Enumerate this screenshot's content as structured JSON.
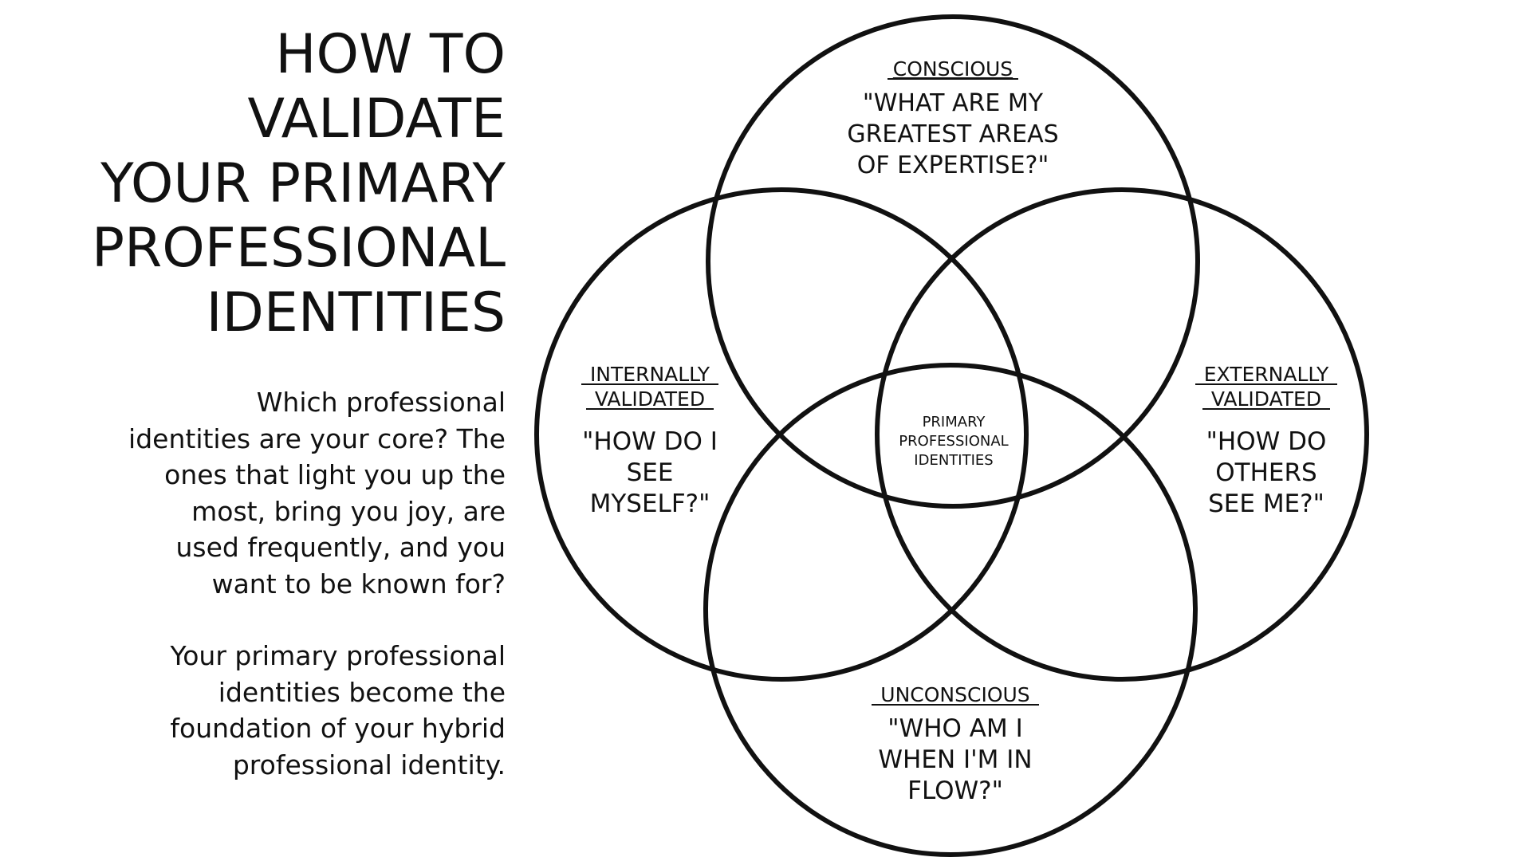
{
  "title_lines": [
    "HOW TO",
    "VALIDATE",
    "YOUR PRIMARY",
    "PROFESSIONAL",
    "IDENTITIES"
  ],
  "paragraph_1_lines": [
    "Which professional",
    "identities are your core? The",
    "ones that light you up the",
    "most, bring you joy, are",
    "used frequently, and you",
    "want to be known for?"
  ],
  "paragraph_2_lines": [
    "Your primary professional",
    "identities become the",
    "foundation of your hybrid",
    "professional identity."
  ],
  "diagram": {
    "top": {
      "heading": "CONSCIOUS",
      "question_lines": [
        "\"WHAT ARE MY",
        "GREATEST AREAS",
        "OF EXPERTISE?\""
      ]
    },
    "left": {
      "heading_lines": [
        "INTERNALLY",
        "VALIDATED"
      ],
      "question_lines": [
        "\"HOW DO I",
        "SEE",
        "MYSELF?\""
      ]
    },
    "right": {
      "heading_lines": [
        "EXTERNALLY",
        "VALIDATED"
      ],
      "question_lines": [
        "\"HOW DO",
        "OTHERS",
        "SEE ME?\""
      ]
    },
    "bottom": {
      "heading": "UNCONSCIOUS",
      "question_lines": [
        "\"WHO AM I",
        "WHEN I'M IN",
        "FLOW?\""
      ]
    },
    "center_lines": [
      "PRIMARY",
      "PROFESSIONAL",
      "IDENTITIES"
    ]
  },
  "colors": {
    "ink": "#111111",
    "background": "#ffffff"
  }
}
